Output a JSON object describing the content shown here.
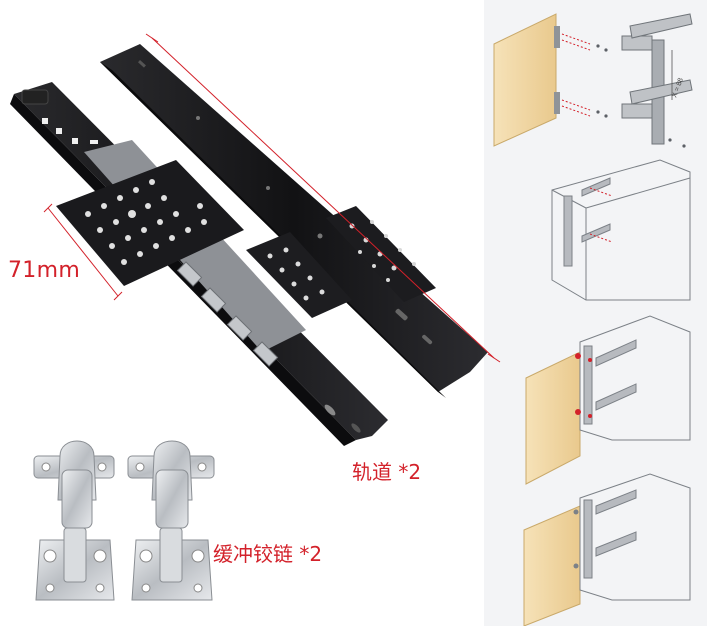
{
  "labels": {
    "rail_width": "71mm",
    "rail_caption": "轨道 *2",
    "hinge_caption": "缓冲铰链 *2"
  },
  "diagram_text": {
    "dimension_note": "X = 88"
  },
  "colors": {
    "label_red": "#d3212a",
    "rail_black": "#1b1b1d",
    "door_wood": "#f1d9a6",
    "hinge_steel": "#c9ccd0",
    "panel_bg": "#f3f4f6"
  }
}
